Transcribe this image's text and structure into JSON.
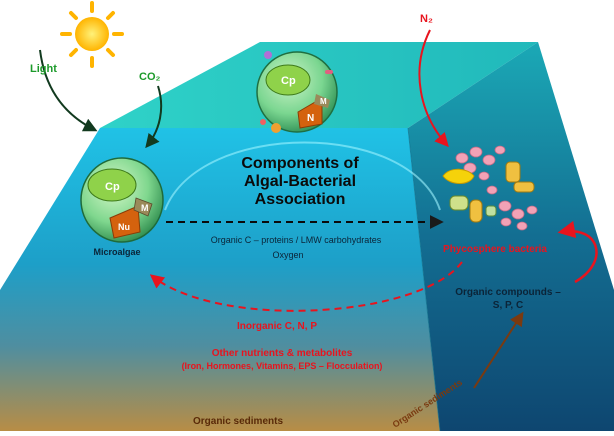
{
  "diagram": {
    "title_lines": [
      "Components of",
      "Algal-Bacterial",
      "Association"
    ],
    "labels": {
      "light": "Light",
      "co2": "CO₂",
      "n2": "N₂",
      "microalgae": "Microalgae",
      "phycosphere_bacteria": "Phycosphere bacteria",
      "organic_c": "Organic C – proteins / LMW carbohydrates",
      "oxygen": "Oxygen",
      "inorganic": "Inorganic C, N, P",
      "other_nutrients": "Other nutrients & metabolites",
      "nutrients_detail": "(Iron, Hormones, Vitamins, EPS – Flocculation)",
      "organic_compounds_1": "Organic compounds –",
      "organic_compounds_2": "S, P, C",
      "organic_sediments_bottom": "Organic sediments",
      "organic_sediments_side": "Organic sediments"
    },
    "cell_labels": {
      "cp": "Cp",
      "m": "M",
      "nu": "Nu",
      "top_cp": "Cp",
      "top_n": "N",
      "top_m": "M"
    },
    "colors": {
      "top_face": "#2ac9c4",
      "front_top": "#1fb7d6",
      "front_bottom": "#b08a4a",
      "side_top": "#1a9bb0",
      "side_bottom": "#0d4f78",
      "red_text": "#e8141e",
      "green_text": "#1c9a2a",
      "dark_text": "#0b2438",
      "brown_text": "#7a3a10"
    },
    "icons": [
      "sun-icon",
      "algal-cell-icon",
      "bacteria-cluster-icon"
    ]
  }
}
